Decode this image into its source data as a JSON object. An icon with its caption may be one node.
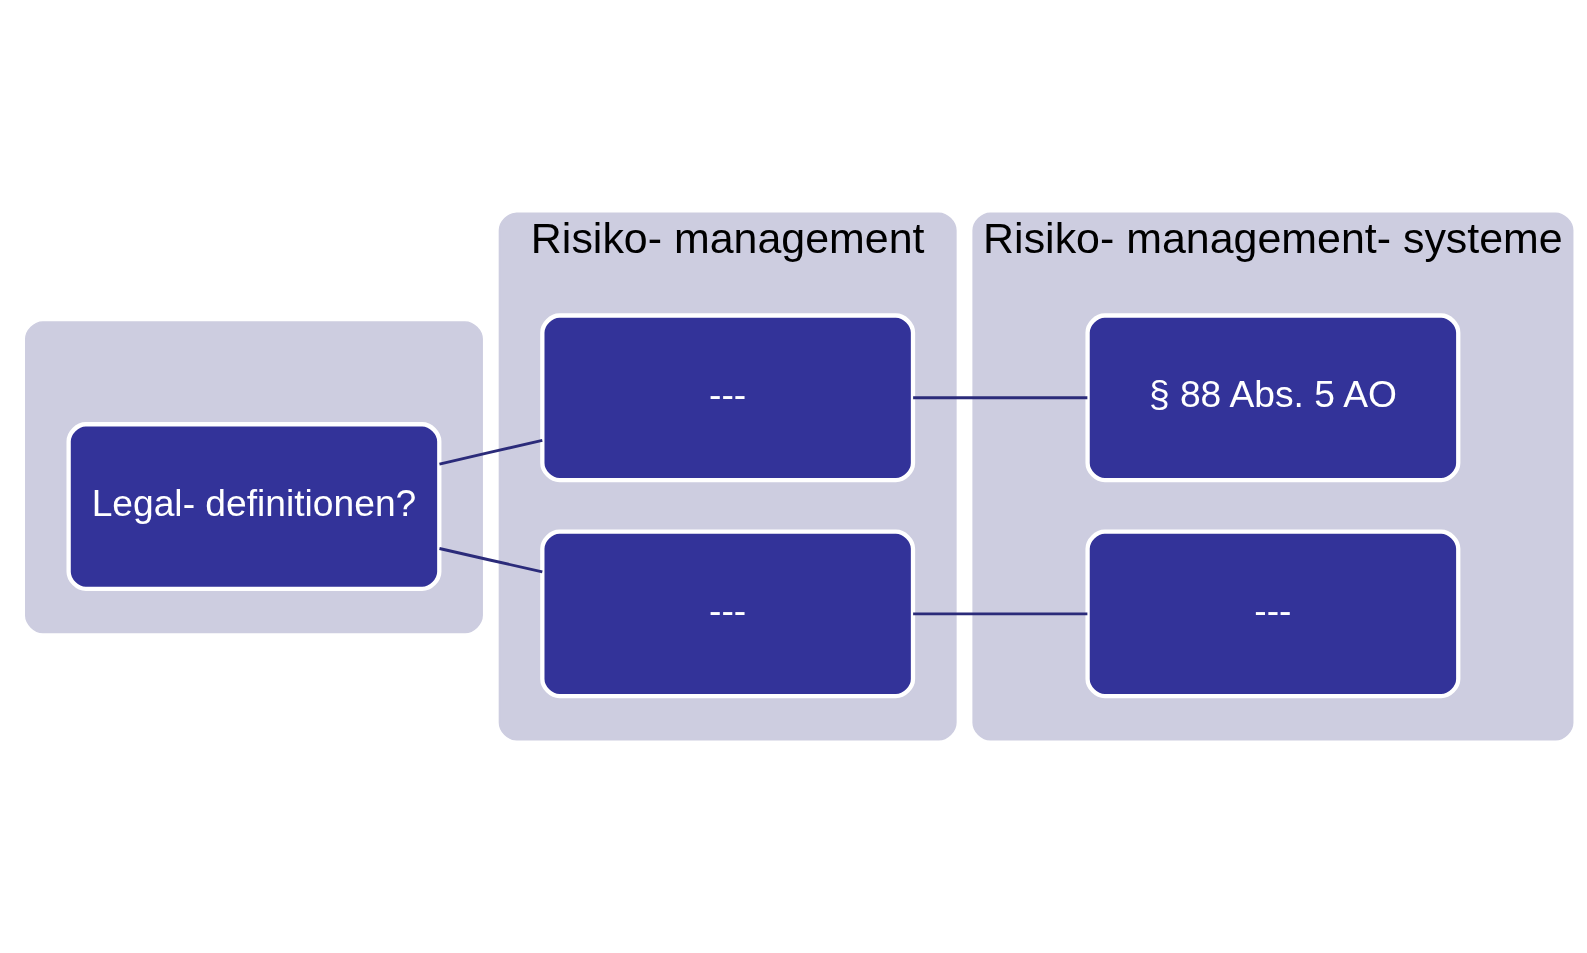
{
  "diagram": {
    "nodes": [
      {
        "text": [],
        "shape": "box"
      },
      {
        "text": [
          "Legal- definitionen?"
        ],
        "in": 0
      },
      {
        "text": [
          "Risiko- management"
        ]
      },
      {
        "text": [
          "---"
        ],
        "in": 2
      },
      {
        "text": [
          "---"
        ],
        "in": 2
      },
      {
        "text": [
          "Risiko- management- systeme"
        ]
      },
      {
        "text": [
          "§ 88 Abs. 5 AO"
        ],
        "in": 5
      },
      {
        "text": [
          "---"
        ],
        "in": 5
      }
    ],
    "edges": [
      {
        "from": 1,
        "to": 3,
        "arrow": "none"
      },
      {
        "from": 1,
        "to": 4,
        "arrow": "none"
      },
      {
        "from": 3,
        "to": 6,
        "arrow": "none"
      },
      {
        "from": 4,
        "to": 7,
        "arrow": "none"
      }
    ]
  }
}
